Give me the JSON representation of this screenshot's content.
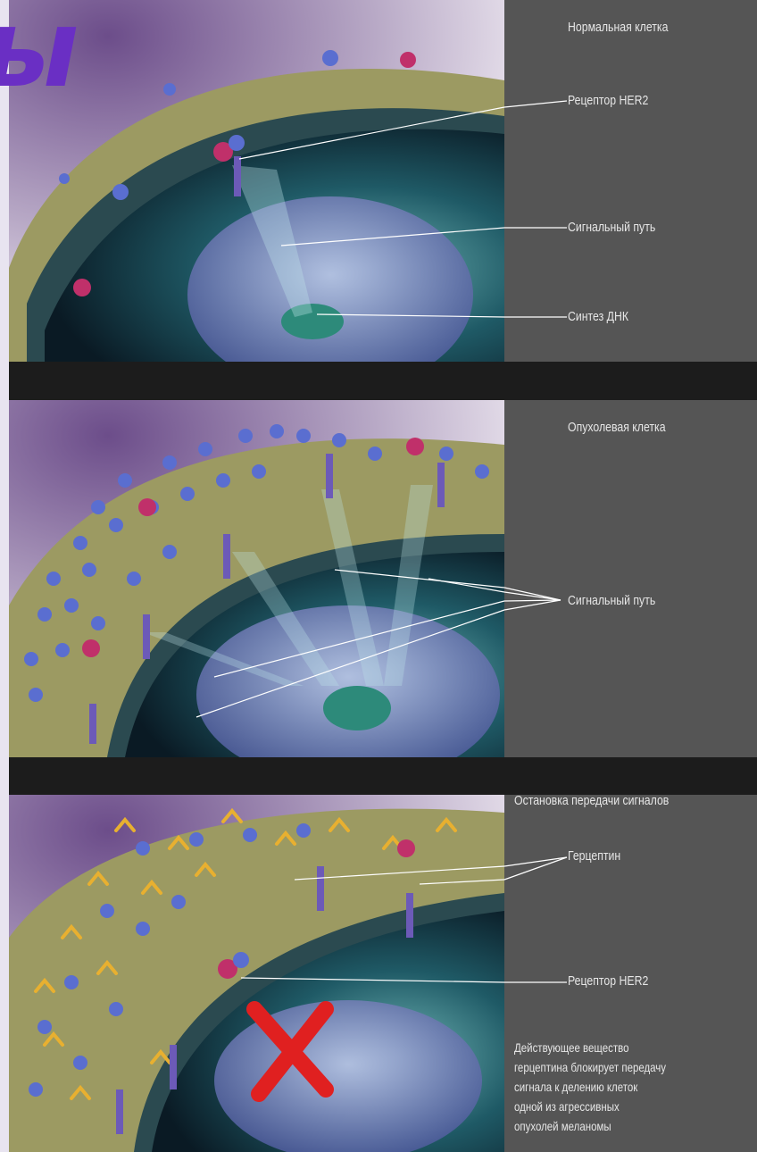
{
  "corner_text": "ы",
  "panels": [
    {
      "labels": {
        "title": "Нормальная клетка",
        "receptor": "Рецептор HER2",
        "signal_path": "Сигнальный путь",
        "dna": "Синтез ДНК"
      }
    },
    {
      "labels": {
        "title": "Опухолевая клетка",
        "signal_path": "Сигнальный путь"
      }
    },
    {
      "labels": {
        "title": "Остановка передачи сигналов",
        "herceptin": "Герцептин",
        "receptor": "Рецептор HER2",
        "note": "Действующее вещество\nгерцептина блокирует передачу\nсигнала к делению клеток\nодной из агрессивных\nопухолей меланомы"
      }
    }
  ],
  "colors": {
    "label_bg": "#555555",
    "separator": "#1c1c1c",
    "membrane": "#8a8a5a",
    "receptor_blue": "#5a6ed0",
    "receptor_red": "#c0306a",
    "herceptin_yellow": "#e8b030",
    "block_cross": "#e02020",
    "accent_purple": "#6a2fc4"
  }
}
